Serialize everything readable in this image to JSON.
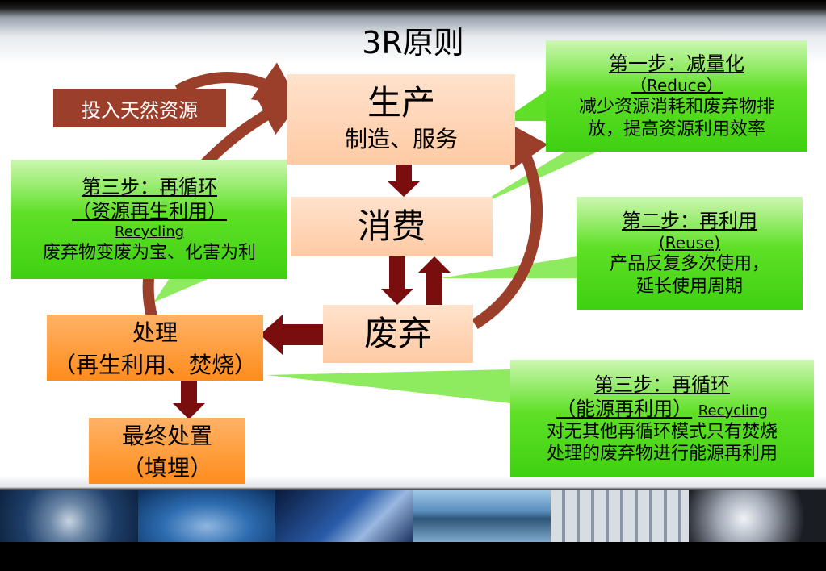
{
  "title": "3R原则",
  "nodes": {
    "input": "投入天然资源",
    "production": {
      "line1": "生产",
      "line2": "制造、服务"
    },
    "consumption": "消费",
    "disposal": "废弃",
    "treatment": {
      "line1": "处理",
      "line2": "（再生利用、焚烧）"
    },
    "final": {
      "line1": "最终处置",
      "line2": "（填埋）"
    }
  },
  "callouts": {
    "reduce": {
      "heading": "第一步：减量化",
      "sub": "（Reduce）",
      "line1": "减少资源消耗和废弃物排",
      "line2": "放，提高资源利用效率"
    },
    "reuse": {
      "heading": "第二步：再利用",
      "sub": "(Reuse)",
      "line1": "产品反复多次使用，",
      "line2": "延长使用周期"
    },
    "recycle_material": {
      "heading": "第三步：再循环",
      "sub": "（资源再生利用）",
      "en": "Recycling",
      "line1": "废弃物变废为宝、化害为利"
    },
    "recycle_energy": {
      "heading": "第三步：再循环",
      "sub": "（能源再利用）",
      "en": "Recycling",
      "line1": "对无其他再循环模式只有焚烧",
      "line2": "处理的废弃物进行能源再利用"
    }
  },
  "colors": {
    "arrow_brown": "#9c3f2a",
    "arrow_dark": "#7a0e0e",
    "callout_green": "#3fd012",
    "box_orange": "#ff8c1c"
  }
}
